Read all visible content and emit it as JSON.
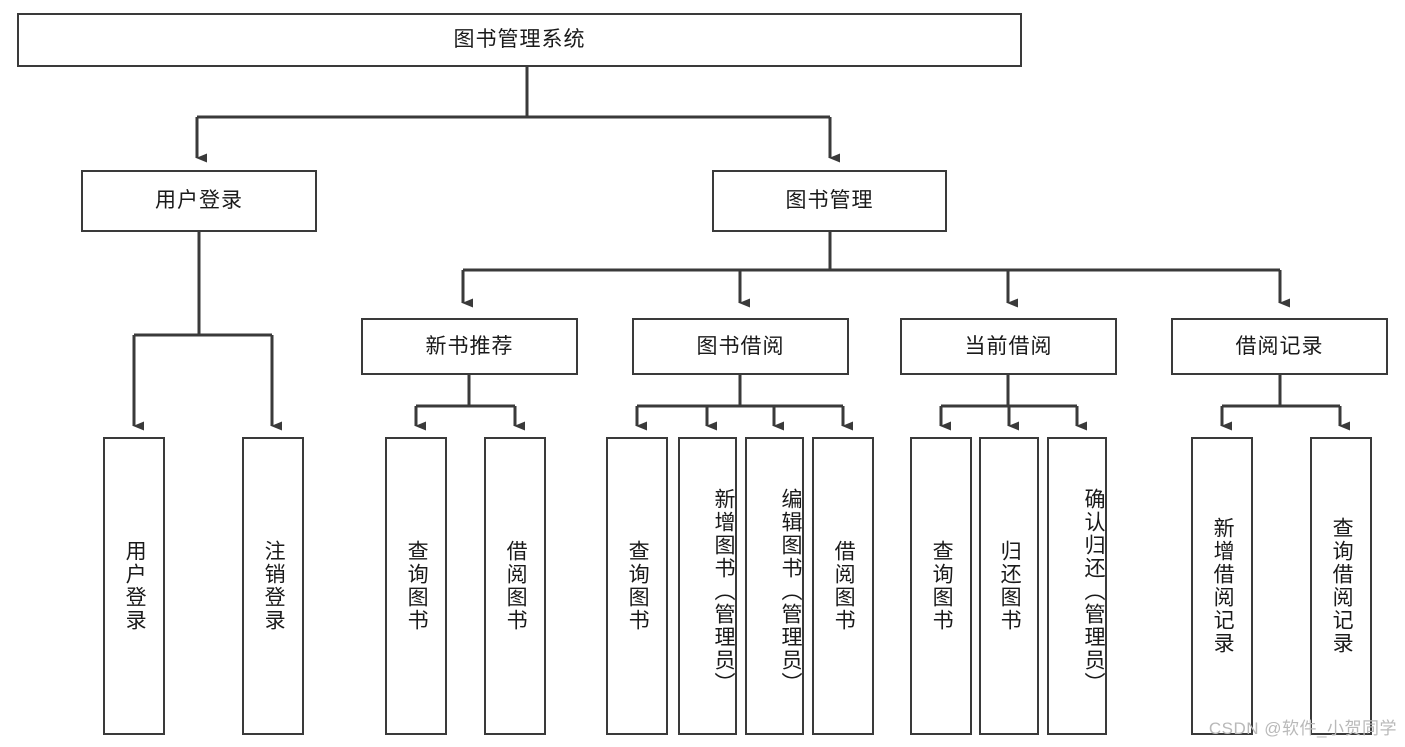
{
  "diagram": {
    "title": "图书管理系统",
    "type": "tree-hierarchy-chart",
    "watermark": "CSDN @软件_小贺同学",
    "colors": {
      "background": "#ffffff",
      "box_border": "#3a3a3a",
      "box_fill": "#ffffff",
      "connector": "#3a3a3a",
      "text": "#1a1a1a",
      "watermark": "#b9b9b9"
    },
    "root": {
      "label": "图书管理系统"
    },
    "level2": [
      {
        "label": "用户登录"
      },
      {
        "label": "图书管理"
      }
    ],
    "level3": [
      {
        "label": "新书推荐"
      },
      {
        "label": "图书借阅"
      },
      {
        "label": "当前借阅"
      },
      {
        "label": "借阅记录"
      }
    ],
    "leaves_user_login": [
      {
        "label": "用户登录"
      },
      {
        "label": "注销登录"
      }
    ],
    "leaves_new_book": [
      {
        "label": "查询图书"
      },
      {
        "label": "借阅图书"
      }
    ],
    "leaves_borrow": [
      {
        "label": "查询图书"
      },
      {
        "label": "新增图书（管理员）"
      },
      {
        "label": "编辑图书（管理员）"
      },
      {
        "label": "借阅图书"
      }
    ],
    "leaves_current": [
      {
        "label": "查询图书"
      },
      {
        "label": "归还图书"
      },
      {
        "label": "确认归还（管理员）"
      }
    ],
    "leaves_record": [
      {
        "label": "新增借阅记录"
      },
      {
        "label": "查询借阅记录"
      }
    ]
  }
}
